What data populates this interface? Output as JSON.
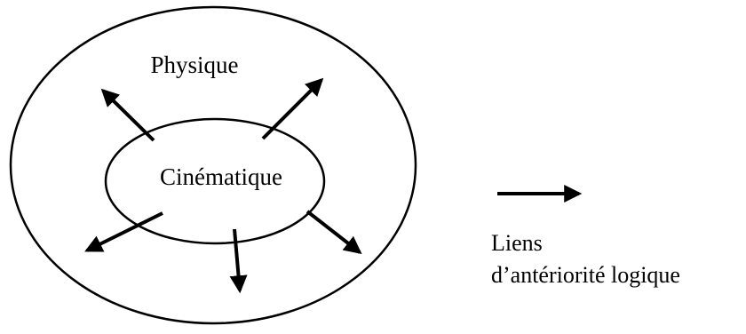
{
  "diagram": {
    "outer_label": "Physique",
    "inner_label": "Cinématique",
    "legend": {
      "line1": "Liens",
      "line2": "d’antériorité logique"
    }
  }
}
